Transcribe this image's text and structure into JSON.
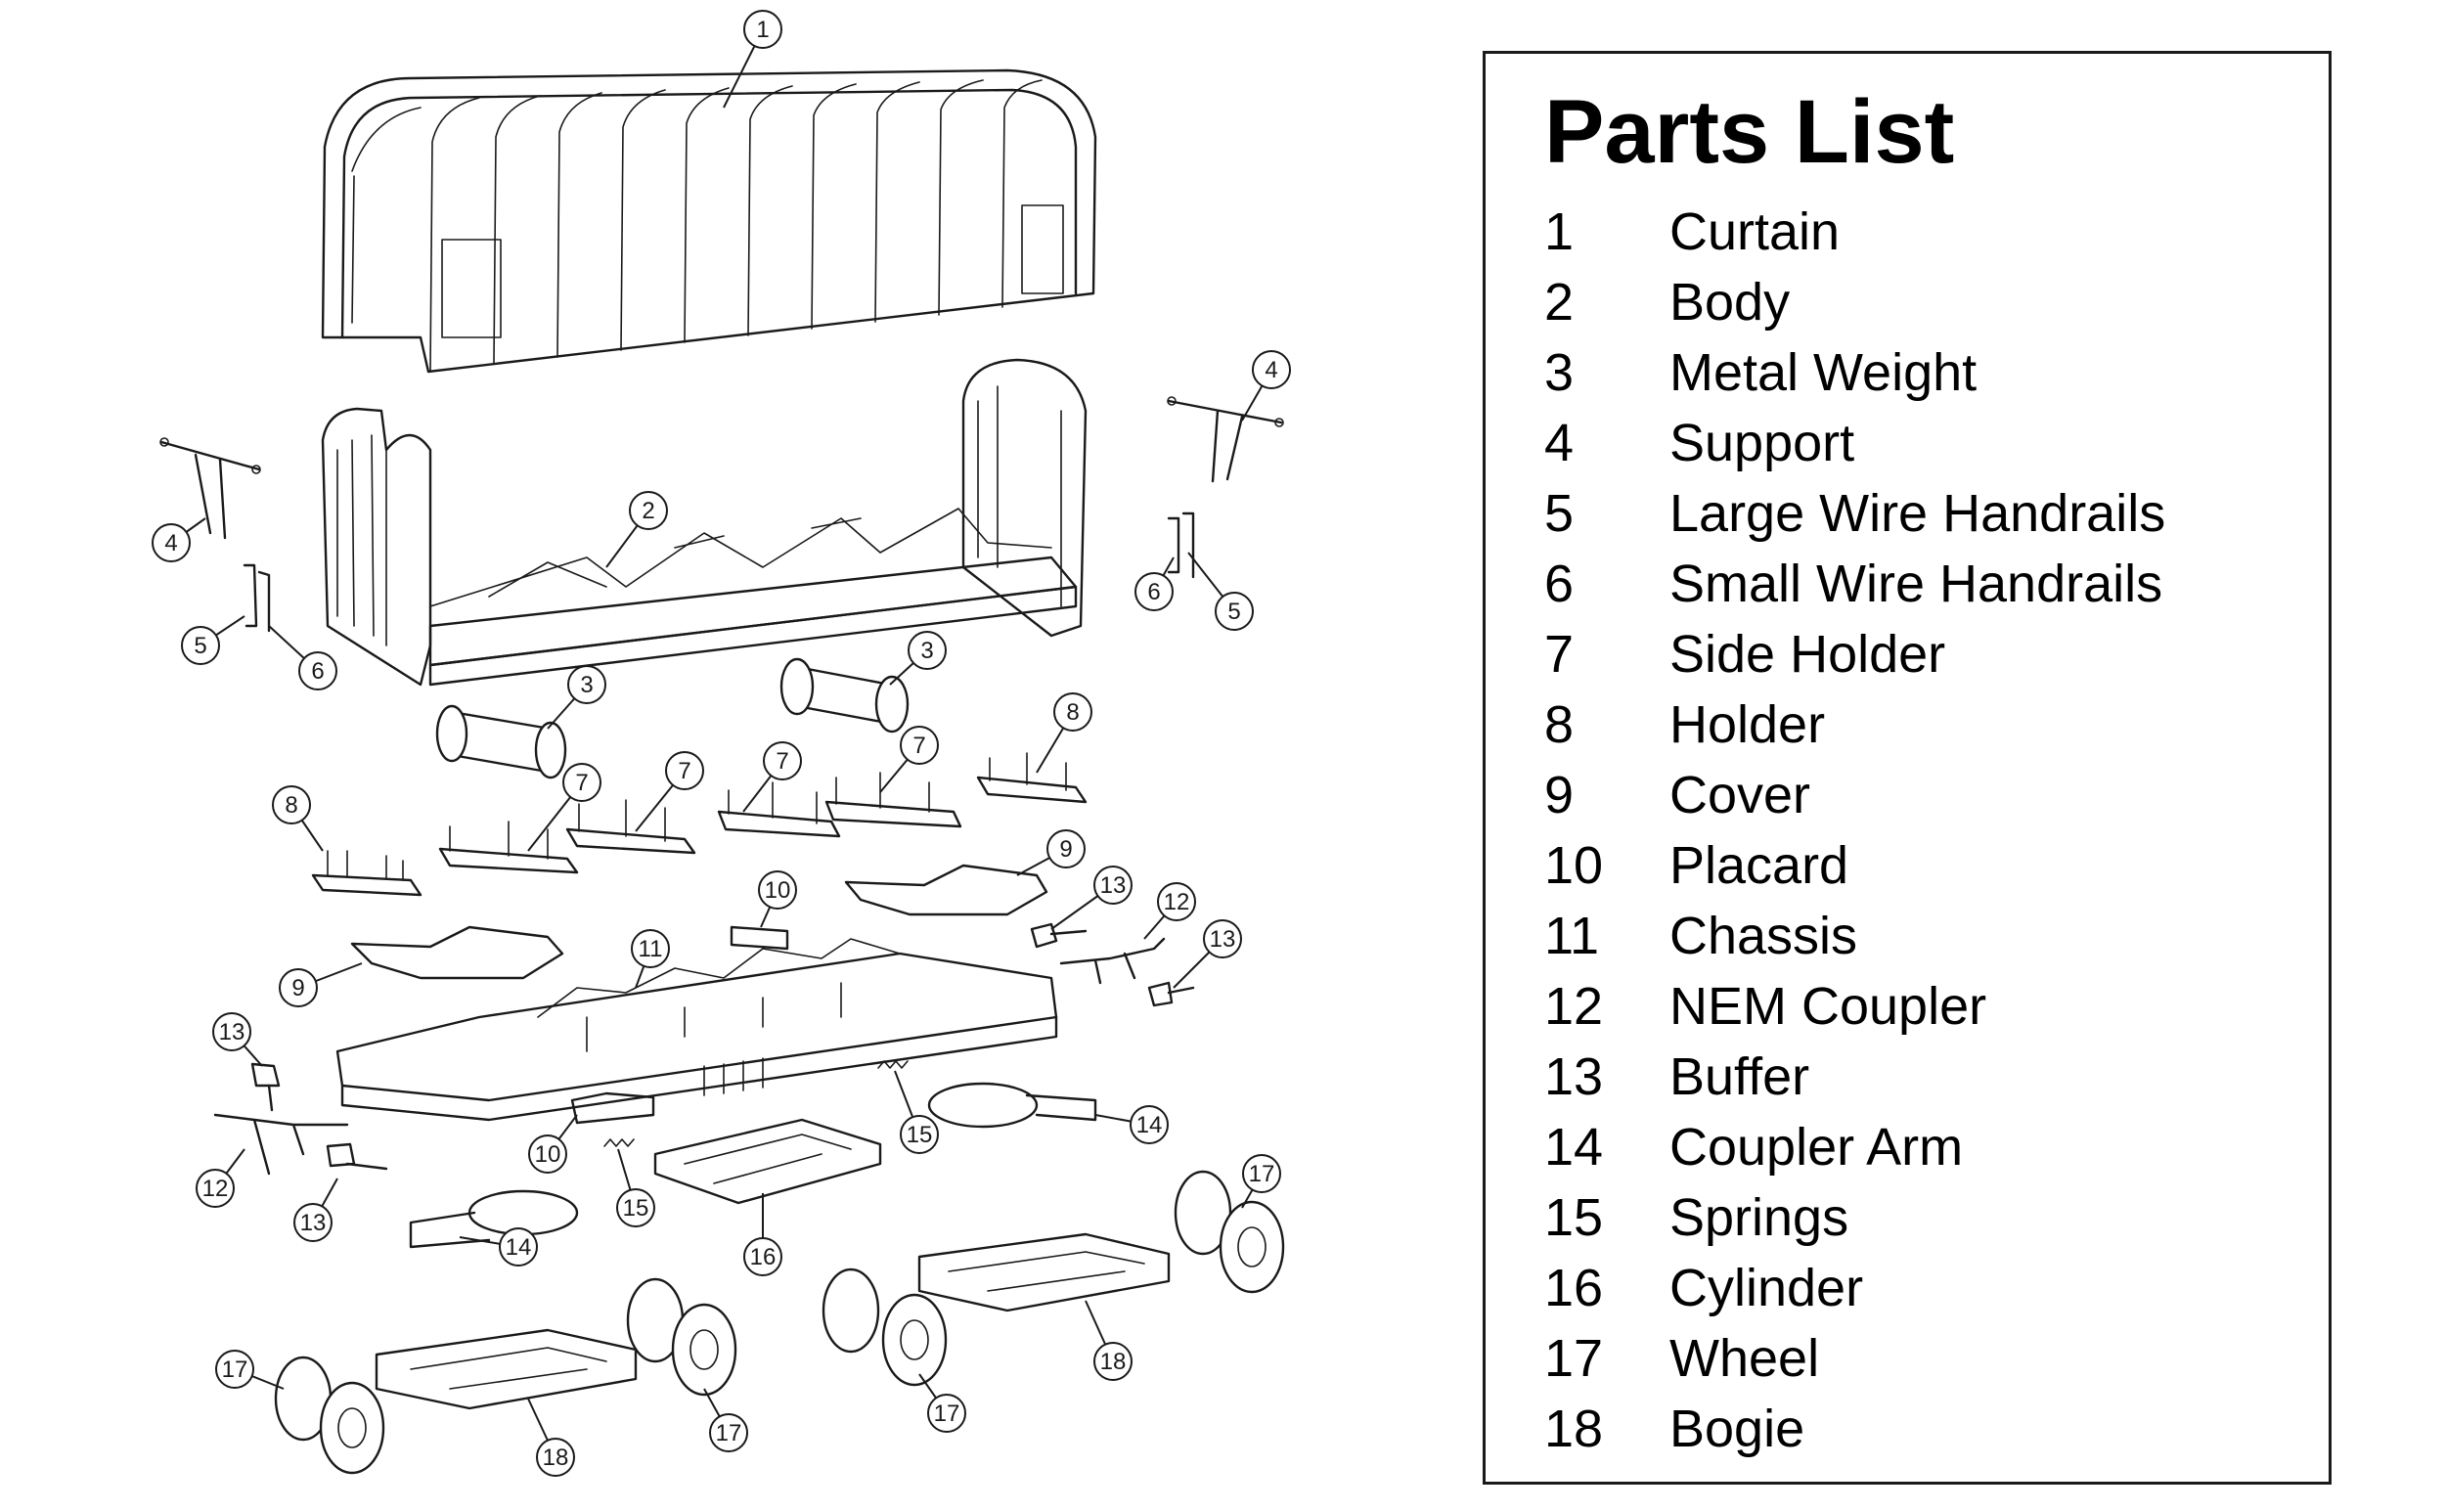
{
  "parts_list": {
    "title": "Parts List",
    "items": [
      {
        "number": "1",
        "name": "Curtain"
      },
      {
        "number": "2",
        "name": "Body"
      },
      {
        "number": "3",
        "name": "Metal Weight"
      },
      {
        "number": "4",
        "name": "Support"
      },
      {
        "number": "5",
        "name": "Large Wire Handrails"
      },
      {
        "number": "6",
        "name": "Small Wire Handrails"
      },
      {
        "number": "7",
        "name": "Side Holder"
      },
      {
        "number": "8",
        "name": "Holder"
      },
      {
        "number": "9",
        "name": "Cover"
      },
      {
        "number": "10",
        "name": "Placard"
      },
      {
        "number": "11",
        "name": "Chassis"
      },
      {
        "number": "12",
        "name": "NEM Coupler"
      },
      {
        "number": "13",
        "name": "Buffer"
      },
      {
        "number": "14",
        "name": "Coupler Arm"
      },
      {
        "number": "15",
        "name": "Springs"
      },
      {
        "number": "16",
        "name": "Cylinder"
      },
      {
        "number": "17",
        "name": "Wheel"
      },
      {
        "number": "18",
        "name": "Bogie"
      }
    ]
  },
  "diagram": {
    "callouts": [
      {
        "label": "1"
      },
      {
        "label": "2"
      },
      {
        "label": "3"
      },
      {
        "label": "3"
      },
      {
        "label": "4"
      },
      {
        "label": "4"
      },
      {
        "label": "5"
      },
      {
        "label": "5"
      },
      {
        "label": "6"
      },
      {
        "label": "6"
      },
      {
        "label": "7"
      },
      {
        "label": "7"
      },
      {
        "label": "7"
      },
      {
        "label": "7"
      },
      {
        "label": "8"
      },
      {
        "label": "8"
      },
      {
        "label": "9"
      },
      {
        "label": "9"
      },
      {
        "label": "10"
      },
      {
        "label": "10"
      },
      {
        "label": "11"
      },
      {
        "label": "12"
      },
      {
        "label": "12"
      },
      {
        "label": "13"
      },
      {
        "label": "13"
      },
      {
        "label": "13"
      },
      {
        "label": "13"
      },
      {
        "label": "14"
      },
      {
        "label": "14"
      },
      {
        "label": "15"
      },
      {
        "label": "15"
      },
      {
        "label": "16"
      },
      {
        "label": "17"
      },
      {
        "label": "17"
      },
      {
        "label": "17"
      },
      {
        "label": "17"
      },
      {
        "label": "18"
      },
      {
        "label": "18"
      }
    ]
  }
}
